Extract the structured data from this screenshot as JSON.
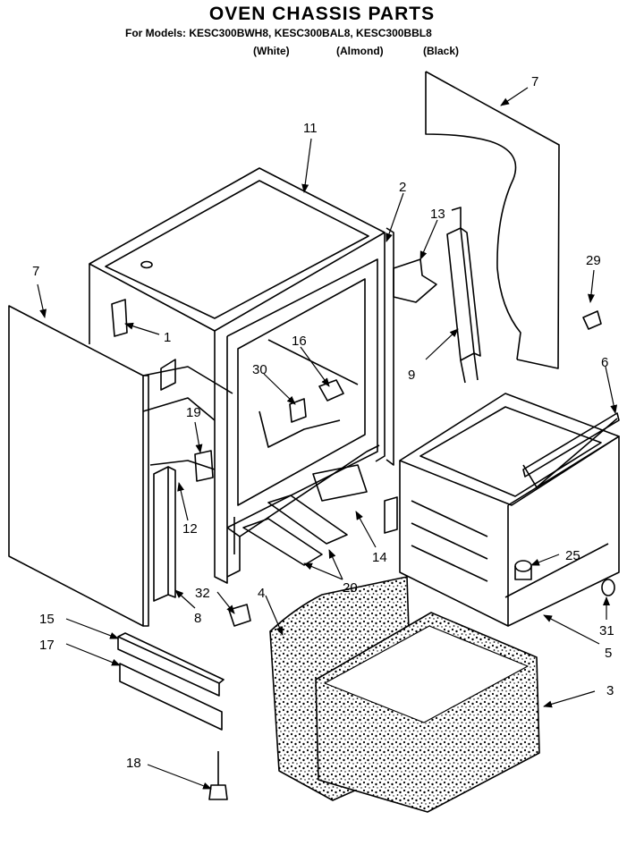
{
  "header": {
    "title": "OVEN CHASSIS PARTS",
    "models": "For Models: KESC300BWH8, KESC300BAL8, KESC300BBL8",
    "variants": [
      "(White)",
      "(Almond)",
      "(Black)"
    ]
  },
  "callouts": {
    "c1": "1",
    "c2": "2",
    "c3": "3",
    "c4": "4",
    "c5": "5",
    "c6": "6",
    "c7a": "7",
    "c7b": "7",
    "c8": "8",
    "c9": "9",
    "c11": "11",
    "c12": "12",
    "c13": "13",
    "c14": "14",
    "c15": "15",
    "c16": "16",
    "c17": "17",
    "c18": "18",
    "c19": "19",
    "c20": "20",
    "c25": "25",
    "c29": "29",
    "c30": "30",
    "c31": "31",
    "c32": "32"
  }
}
